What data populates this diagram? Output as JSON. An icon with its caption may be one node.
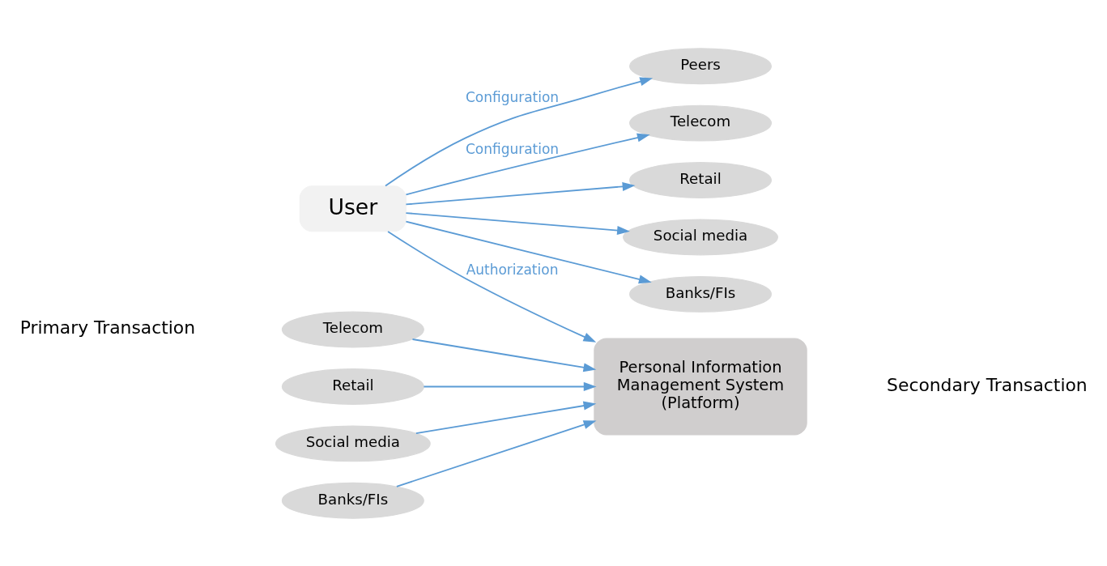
{
  "diagram": {
    "nodes": [
      {
        "text": [
          "User"
        ]
      },
      {
        "text": [
          "Personal Information Management System (Platform)"
        ]
      },
      {
        "text": [
          "Telecom"
        ]
      },
      {
        "text": [
          "Retail"
        ]
      },
      {
        "text": [
          "Social media"
        ]
      },
      {
        "text": [
          "Banks/FIs"
        ]
      },
      {
        "text": [
          "Peers"
        ]
      },
      {
        "text": [
          "Telecom"
        ]
      },
      {
        "text": [
          "Retail"
        ]
      },
      {
        "text": [
          "Social media"
        ]
      },
      {
        "text": [
          "Banks/FIs"
        ]
      }
    ],
    "edges": [
      {
        "from": 0,
        "to": 1,
        "arrow": "to",
        "label": "Authorization"
      },
      {
        "from": 0,
        "to": 6,
        "arrow": "to",
        "label": "Configuration"
      },
      {
        "from": 0,
        "to": 7,
        "arrow": "to",
        "label": "Configuration"
      },
      {
        "from": 0,
        "to": 8,
        "arrow": "to"
      },
      {
        "from": 0,
        "to": 9,
        "arrow": "to"
      },
      {
        "from": 0,
        "to": 10,
        "arrow": "to"
      },
      {
        "from": 2,
        "to": 1,
        "arrow": "to"
      },
      {
        "from": 3,
        "to": 1,
        "arrow": "to"
      },
      {
        "from": 4,
        "to": 1,
        "arrow": "to"
      },
      {
        "from": 5,
        "to": 1,
        "arrow": "to"
      }
    ],
    "labels": [
      "Primary Transaction",
      "Secondary Transaction"
    ]
  }
}
